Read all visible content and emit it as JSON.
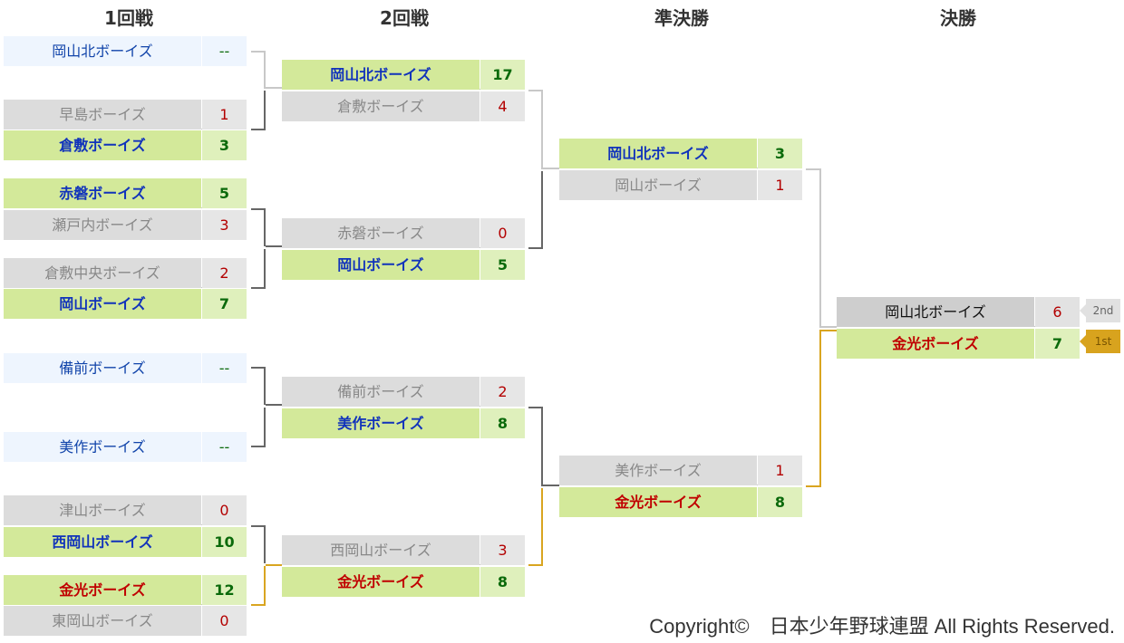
{
  "rounds": [
    "1回戦",
    "2回戦",
    "準決勝",
    "決勝"
  ],
  "round1": [
    {
      "team": "岡山北ボーイズ",
      "score": "--",
      "state": "tbd"
    },
    {
      "team": "早島ボーイズ",
      "score": "1",
      "state": "lose"
    },
    {
      "team": "倉敷ボーイズ",
      "score": "3",
      "state": "win"
    },
    {
      "team": "赤磐ボーイズ",
      "score": "5",
      "state": "win"
    },
    {
      "team": "瀬戸内ボーイズ",
      "score": "3",
      "state": "lose"
    },
    {
      "team": "倉敷中央ボーイズ",
      "score": "2",
      "state": "lose"
    },
    {
      "team": "岡山ボーイズ",
      "score": "7",
      "state": "win"
    },
    {
      "team": "備前ボーイズ",
      "score": "--",
      "state": "tbd"
    },
    {
      "team": "美作ボーイズ",
      "score": "--",
      "state": "tbd"
    },
    {
      "team": "津山ボーイズ",
      "score": "0",
      "state": "lose"
    },
    {
      "team": "西岡山ボーイズ",
      "score": "10",
      "state": "win"
    },
    {
      "team": "金光ボーイズ",
      "score": "12",
      "state": "win"
    },
    {
      "team": "東岡山ボーイズ",
      "score": "0",
      "state": "lose"
    }
  ],
  "round2": [
    {
      "team": "岡山北ボーイズ",
      "score": "17",
      "state": "win"
    },
    {
      "team": "倉敷ボーイズ",
      "score": "4",
      "state": "lose"
    },
    {
      "team": "赤磐ボーイズ",
      "score": "0",
      "state": "lose"
    },
    {
      "team": "岡山ボーイズ",
      "score": "5",
      "state": "win"
    },
    {
      "team": "備前ボーイズ",
      "score": "2",
      "state": "lose"
    },
    {
      "team": "美作ボーイズ",
      "score": "8",
      "state": "win"
    },
    {
      "team": "西岡山ボーイズ",
      "score": "3",
      "state": "lose"
    },
    {
      "team": "金光ボーイズ",
      "score": "8",
      "state": "win"
    }
  ],
  "semifinal": [
    {
      "team": "岡山北ボーイズ",
      "score": "3",
      "state": "win"
    },
    {
      "team": "岡山ボーイズ",
      "score": "1",
      "state": "lose"
    },
    {
      "team": "美作ボーイズ",
      "score": "1",
      "state": "lose"
    },
    {
      "team": "金光ボーイズ",
      "score": "8",
      "state": "win"
    }
  ],
  "final": [
    {
      "team": "岡山北ボーイズ",
      "score": "6",
      "state": "runner-up"
    },
    {
      "team": "金光ボーイズ",
      "score": "7",
      "state": "champion"
    }
  ],
  "medals": {
    "second": "2nd",
    "first": "1st"
  },
  "copyright": "Copyright©　日本少年野球連盟 All Rights Reserved.",
  "colors": {
    "winner_name_bg": "#d3e99a",
    "loser_name_bg": "#dcdcdc",
    "tbd_bg": "#eef5fe",
    "winner_text": "#1133bb",
    "champion_text": "#c00000",
    "champion_path": "#d9a520",
    "gold_medal": "#d8a31e"
  }
}
